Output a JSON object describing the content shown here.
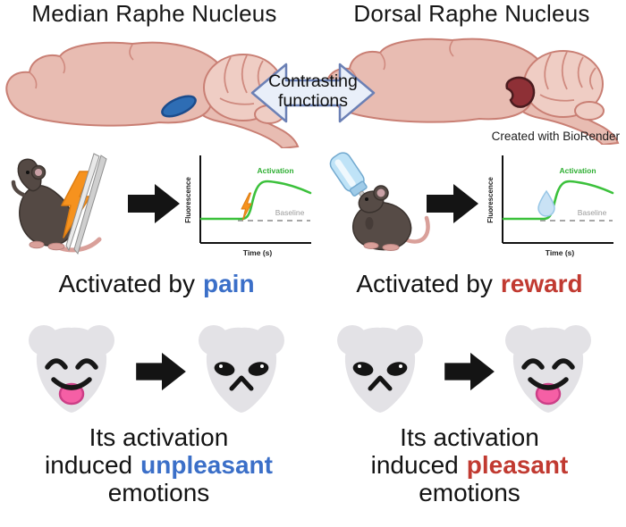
{
  "figure": {
    "credit": "Created with BioRender",
    "center_arrow": {
      "line1": "Contrasting",
      "line2": "functions"
    },
    "colors": {
      "brain_fill": "#e8bcb2",
      "brain_outline": "#c97f74",
      "cerebellum_fill": "#efcdc4",
      "median_raphe_blue": "#2e6db4",
      "dorsal_raphe_red": "#8e3036",
      "pain_unpleasant_blue": "#3b6fc8",
      "reward_pleasant_red": "#c13a31",
      "activation_green": "#3cc13c",
      "baseline_gray": "#9b9b9b",
      "lightning_orange": "#f6921e",
      "droplet_blue": "#c9e2f5",
      "mouse_body_brown": "#544944",
      "face_gray": "#e3e2e6",
      "tongue_pink": "#f55fa5",
      "double_arrow_fill": "#e9eff9",
      "double_arrow_stroke": "#6b80b5"
    },
    "left": {
      "title": "Median Raphe Nucleus",
      "nucleus_icon": "median-raphe-blue-spot",
      "stimulus_icon": "lightning-and-tweezers",
      "activated": {
        "prefix": "Activated by",
        "highlight": "pain"
      },
      "emotion": {
        "line1": "Its activation",
        "line2_prefix": "induced",
        "line2_highlight": "unpleasant",
        "line3": "emotions"
      },
      "face_sequence": [
        "happy-mouse-face",
        "arrow-right",
        "unhappy-mouse-face"
      ]
    },
    "right": {
      "title": "Dorsal Raphe Nucleus",
      "nucleus_icon": "dorsal-raphe-red-spot",
      "stimulus_icon": "water-bottle-mouse",
      "activated": {
        "prefix": "Activated by",
        "highlight": "reward"
      },
      "emotion": {
        "line1": "Its activation",
        "line2_prefix": "induced",
        "line2_highlight": "pleasant",
        "line3": "emotions"
      },
      "face_sequence": [
        "unhappy-mouse-face",
        "arrow-right",
        "happy-mouse-face"
      ]
    }
  },
  "chart_data": [
    {
      "type": "line",
      "panel": "left",
      "title": "",
      "xlabel": "Time (s)",
      "ylabel": "Fluorescence",
      "labels": {
        "activation": "Activation",
        "baseline": "Baseline"
      },
      "stimulus_icon": "lightning-bolt",
      "stimulus": "painful stimulus",
      "x": [
        0,
        1,
        2,
        3,
        4,
        5,
        6,
        7,
        8,
        9,
        10
      ],
      "series": [
        {
          "name": "Fluorescence signal",
          "color": "#3cc13c",
          "values": [
            1,
            1,
            1,
            1,
            1,
            2.8,
            4.6,
            4.5,
            4.3,
            4.1,
            3.9
          ]
        },
        {
          "name": "Baseline",
          "color": "#9b9b9b",
          "style": "dashed",
          "values": [
            1,
            1,
            1,
            1,
            1,
            1,
            1,
            1,
            1,
            1,
            1
          ]
        }
      ],
      "axis_ticks": [],
      "grid": false,
      "legend": false
    },
    {
      "type": "line",
      "panel": "right",
      "title": "",
      "xlabel": "Time (s)",
      "ylabel": "Fluorescence",
      "labels": {
        "activation": "Activation",
        "baseline": "Baseline"
      },
      "stimulus_icon": "water-droplet",
      "stimulus": "water reward",
      "x": [
        0,
        1,
        2,
        3,
        4,
        5,
        6,
        7,
        8,
        9,
        10
      ],
      "series": [
        {
          "name": "Fluorescence signal",
          "color": "#3cc13c",
          "values": [
            1,
            1,
            1,
            1,
            1,
            2.8,
            4.6,
            4.5,
            4.3,
            4.1,
            3.9
          ]
        },
        {
          "name": "Baseline",
          "color": "#9b9b9b",
          "style": "dashed",
          "values": [
            1,
            1,
            1,
            1,
            1,
            1,
            1,
            1,
            1,
            1,
            1
          ]
        }
      ],
      "axis_ticks": [],
      "grid": false,
      "legend": false
    }
  ]
}
